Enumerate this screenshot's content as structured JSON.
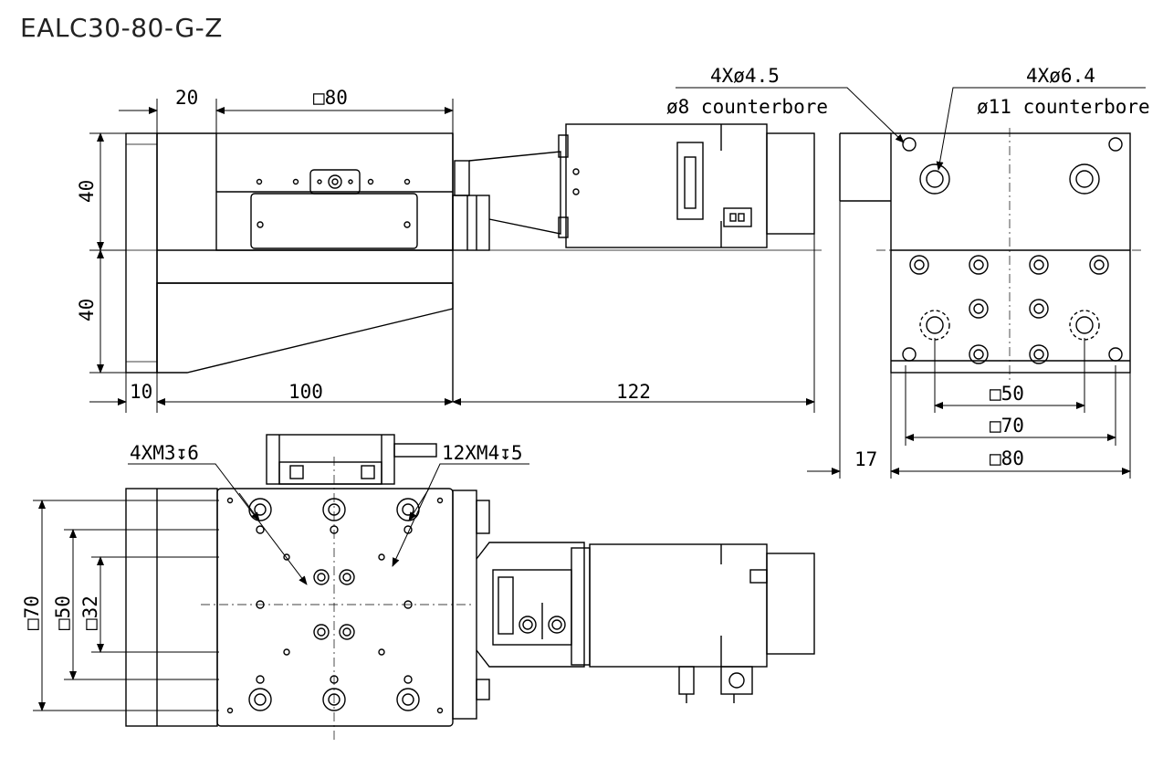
{
  "title": "EALC30-80-G-Z",
  "dims": {
    "top_20": "20",
    "top_sq80": "□80",
    "left_40_upper": "40",
    "left_40_lower": "40",
    "bottom_10": "10",
    "bottom_100": "100",
    "bottom_122": "122",
    "hole1_count": "4Xø4.5",
    "hole1_cb": "ø8 counterbore",
    "hole2_count": "4Xø6.4",
    "hole2_cb": "ø11 counterbore",
    "right_sq50": "□50",
    "right_sq70": "□70",
    "right_sq80": "□80",
    "right_17": "17",
    "tap1": "4XM3↧6",
    "tap2": "12XM4↧5",
    "bl_sq70": "□70",
    "bl_sq50": "□50",
    "bl_sq32": "□32"
  }
}
